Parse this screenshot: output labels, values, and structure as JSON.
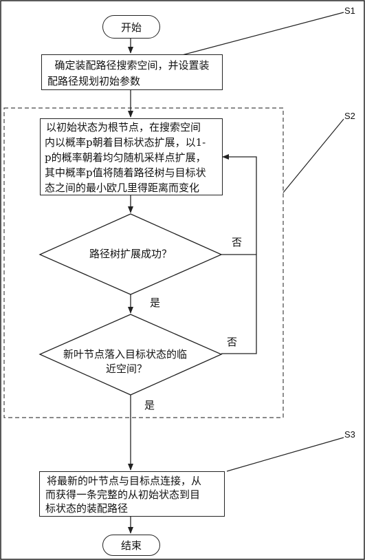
{
  "stages": {
    "s1": "S1",
    "s2": "S2",
    "s3": "S3"
  },
  "start": "开始",
  "end": "结束",
  "step1": {
    "line1": "确定装配路径搜索空间，并设置装",
    "line2": "配路径规划初始参数"
  },
  "step2": {
    "line1": "以初始状态为根节点，在搜索空间",
    "line2": "内以概率p朝着目标状态扩展，以1-",
    "line3": "p的概率朝着均匀随机采样点扩展，",
    "line4": "其中概率p值将随着路径树与目标状",
    "line5": "态之间的最小欧几里得距离而变化"
  },
  "decision1": {
    "text": "路径树扩展成功？",
    "yes": "是",
    "no": "否"
  },
  "decision2": {
    "line1": "新叶节点落入目标状态的临",
    "line2": "近空间？",
    "yes": "是",
    "no": "否"
  },
  "step3": {
    "line1": "将最新的叶节点与目标点连接，从",
    "line2": "而获得一条完整的从初始状态到目",
    "line3": "标状态的装配路径"
  }
}
